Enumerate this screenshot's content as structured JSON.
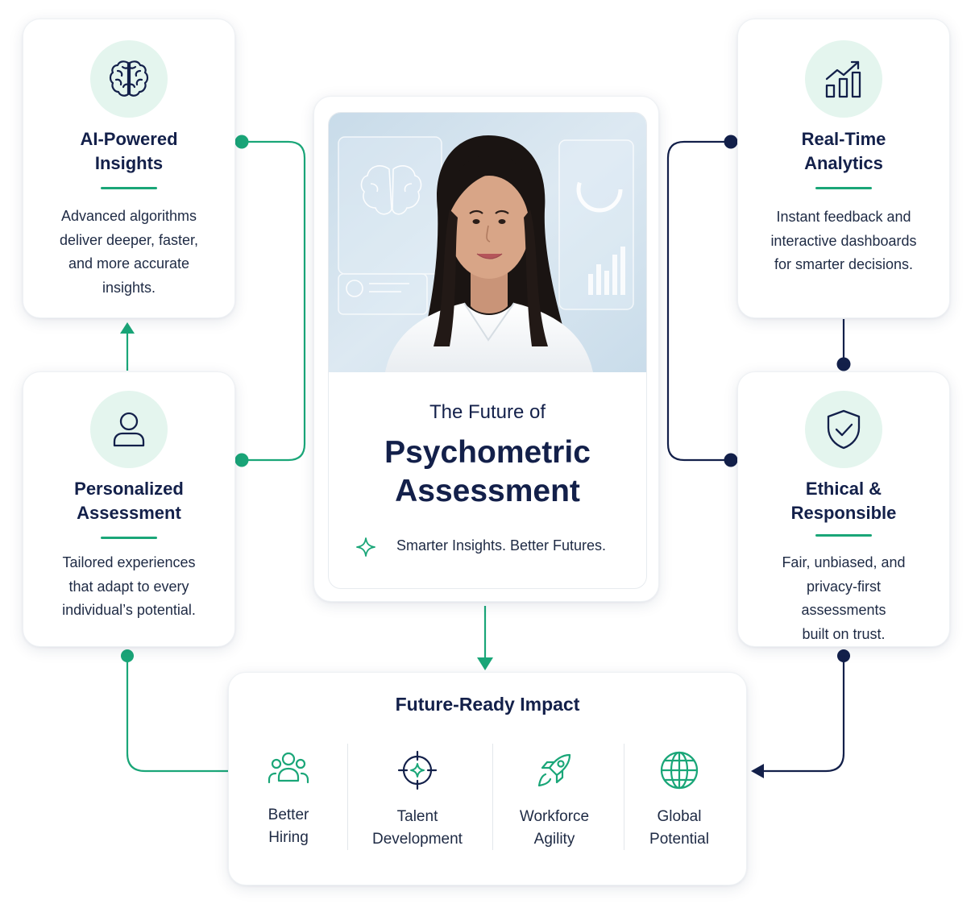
{
  "colors": {
    "green": "#1aa678",
    "navy": "#13204a",
    "mint": "#e4f5ee"
  },
  "features": {
    "ai": {
      "icon": "brain-icon",
      "title_1": "AI-Powered",
      "title_2": "Insights",
      "desc": [
        "Advanced algorithms",
        "deliver deeper, faster,",
        "and more accurate",
        "insights."
      ]
    },
    "personalized": {
      "icon": "user-icon",
      "title_1": "Personalized",
      "title_2": "Assessment",
      "desc": [
        "Tailored experiences",
        "that adapt to every",
        "individual’s potential."
      ]
    },
    "realtime": {
      "icon": "growth-chart-icon",
      "title_1": "Real-Time",
      "title_2": "Analytics",
      "desc": [
        "Instant feedback and",
        "interactive dashboards",
        "for smarter decisions."
      ]
    },
    "ethical": {
      "icon": "shield-check-icon",
      "title_1": "Ethical &",
      "title_2": "Responsible",
      "desc": [
        "Fair, unbiased, and",
        "privacy-first assessments",
        "built on trust."
      ]
    }
  },
  "center": {
    "kicker": "The Future of",
    "title_1": "Psychometric",
    "title_2": "Assessment",
    "tagline": "Smarter Insights. Better Futures."
  },
  "impact": {
    "title": "Future-Ready Impact",
    "items": [
      {
        "icon": "team-icon",
        "line_1": "Better",
        "line_2": "Hiring"
      },
      {
        "icon": "target-icon",
        "line_1": "Talent",
        "line_2": "Development"
      },
      {
        "icon": "rocket-icon",
        "line_1": "Workforce",
        "line_2": "Agility"
      },
      {
        "icon": "globe-icon",
        "line_1": "Global",
        "line_2": "Potential"
      }
    ]
  }
}
